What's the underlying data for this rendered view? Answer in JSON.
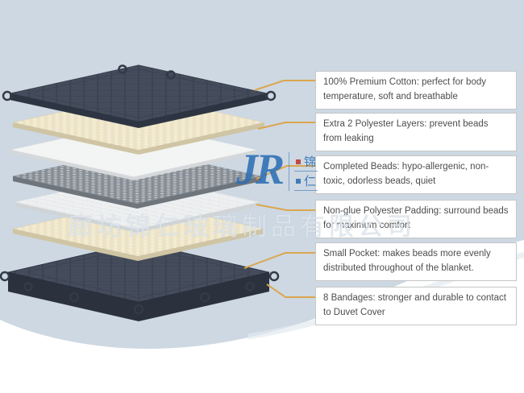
{
  "callouts": [
    {
      "text": "100% Premium Cotton: perfect for body temperature, soft and breathable"
    },
    {
      "text": "Extra 2 Polyester Layers: prevent beads from leaking"
    },
    {
      "text": "Completed Beads: hypo-allergenic, non-toxic, odorless beads, quiet"
    },
    {
      "text": "Non-glue Polyester Padding: surround beads for maximum comfort"
    },
    {
      "text": "Small Pocket: makes beads more evenly distributed throughout of the blanket."
    },
    {
      "text": "8  Bandages: stronger and durable to contact to Duvet Cover"
    }
  ],
  "watermark": {
    "logo_letters": "JR",
    "logo_cn_top": "锦",
    "logo_cn_bottom": "仁",
    "company": "廊坊锦仁玻璃制品有限公司"
  },
  "colors": {
    "background_panel": "#cdd8e2",
    "dark_layer": "#454d5d",
    "dark_layer_side": "#2b323e",
    "cream_layer": "#ece2c4",
    "beads_layer": "#868d94",
    "padding_layer": "#eceeef",
    "connector": "#dca64e",
    "callout_border": "#c6c6c6",
    "logo_blue": "#2d6fb5"
  }
}
